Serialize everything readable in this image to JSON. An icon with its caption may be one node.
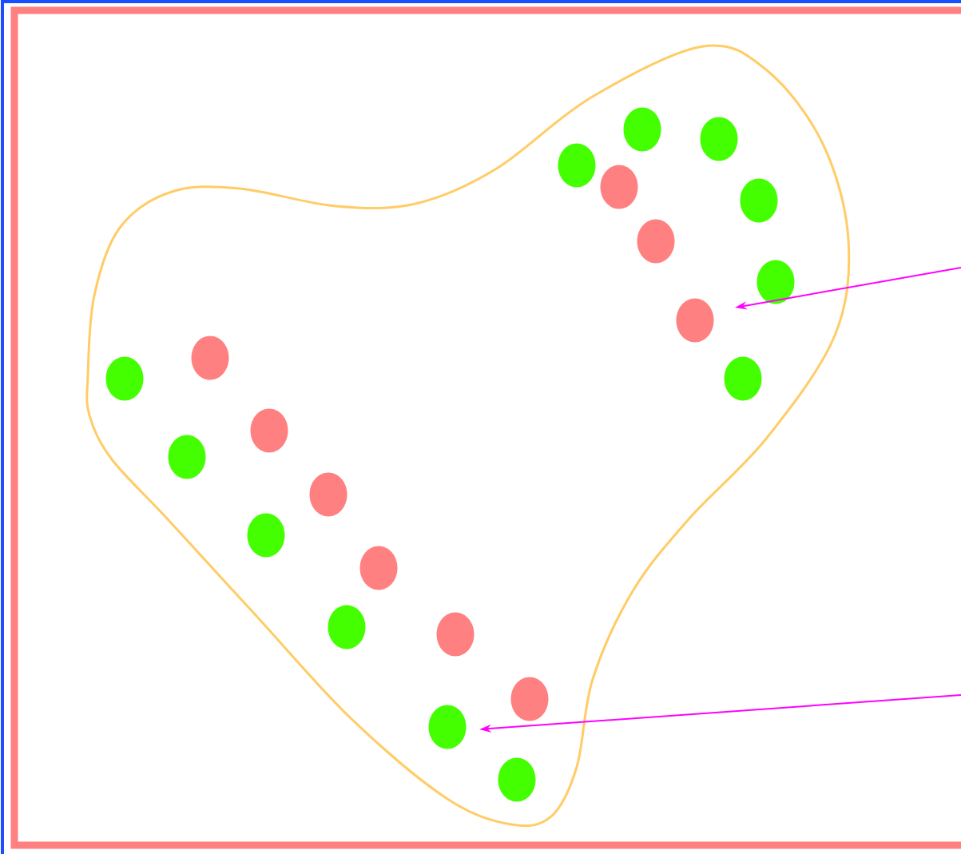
{
  "diagram": {
    "nodes": [
      {
        "text": [],
        "shape": "circle"
      },
      {
        "text": [],
        "shape": "circle"
      },
      {
        "text": [],
        "shape": "circle"
      },
      {
        "text": [],
        "shape": "circle"
      },
      {
        "text": [],
        "shape": "circle"
      },
      {
        "text": [],
        "shape": "circle"
      },
      {
        "text": [],
        "shape": "circle"
      },
      {
        "text": [],
        "shape": "circle"
      },
      {
        "text": [],
        "shape": "circle"
      },
      {
        "text": [],
        "shape": "circle"
      },
      {
        "text": [],
        "shape": "circle"
      },
      {
        "text": [],
        "shape": "circle"
      },
      {
        "text": [],
        "shape": "circle"
      },
      {
        "text": [],
        "shape": "circle"
      },
      {
        "text": [],
        "shape": "circle"
      },
      {
        "text": [],
        "shape": "circle"
      },
      {
        "text": [],
        "shape": "circle"
      },
      {
        "text": [],
        "shape": "circle"
      },
      {
        "text": [],
        "shape": "circle"
      },
      {
        "text": [],
        "shape": "circle"
      },
      {
        "text": [],
        "shape": "circle"
      }
    ],
    "edges": [
      {
        "from": null,
        "to": 7,
        "arrow": "to"
      },
      {
        "from": null,
        "to": 19,
        "arrow": "to"
      }
    ]
  }
}
